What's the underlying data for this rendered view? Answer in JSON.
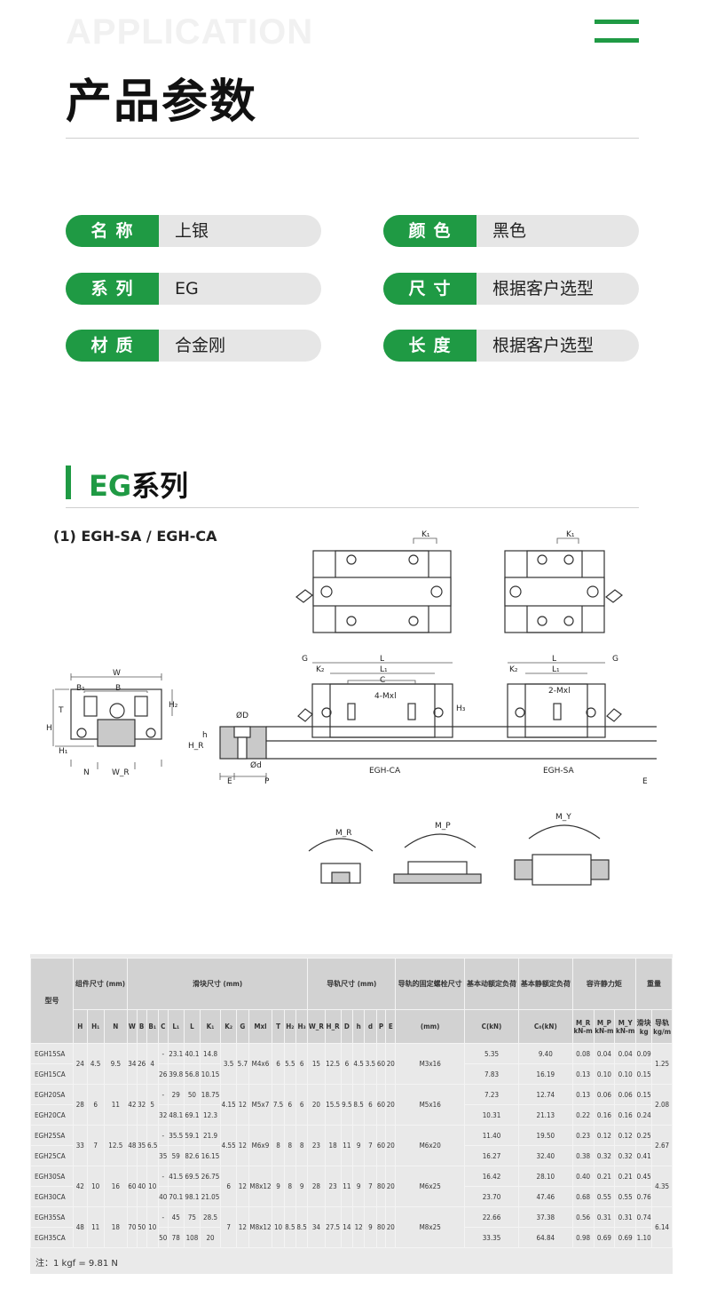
{
  "watermark": "APPLICATION",
  "title": "产品参数",
  "specs": [
    {
      "key": "名称",
      "value": "上银"
    },
    {
      "key": "颜色",
      "value": "黑色"
    },
    {
      "key": "系列",
      "value": "EG"
    },
    {
      "key": "尺寸",
      "value": "根据客户选型"
    },
    {
      "key": "材质",
      "value": "合金刚"
    },
    {
      "key": "长度",
      "value": "根据客户选型"
    }
  ],
  "section": {
    "accent": "EG",
    "rest": "系列"
  },
  "subtitle": "(1) EGH-SA / EGH-CA",
  "drawing": {
    "labels": {
      "k1": "K₁",
      "w": "W",
      "b": "B",
      "b1": "B₁",
      "t": "T",
      "h": "H",
      "h1": "H₁",
      "h2": "H₂",
      "n": "N",
      "wr": "W_R",
      "od": "ØD",
      "hr": "H_R",
      "hh": "h",
      "oid": "Ød",
      "e": "E",
      "p": "P",
      "g": "G",
      "k2": "K₂",
      "l": "L",
      "l1": "L₁",
      "c": "C",
      "mxl4": "4-Mxl",
      "mxl2": "2-Mxl",
      "h3": "H₃",
      "egh_ca": "EGH-CA",
      "egh_sa": "EGH-SA",
      "mr": "M_R",
      "mp": "M_P",
      "my": "M_Y"
    }
  },
  "table": {
    "head": {
      "model": "型号",
      "assembly": "组件尺寸 (mm)",
      "block": "滑块尺寸 (mm)",
      "rail": "导轨尺寸 (mm)",
      "bolt": "导轨的固定螺栓尺寸",
      "dyn": "基本动额定负荷",
      "stat": "基本静额定负荷",
      "moment": "容许静力矩",
      "weight": "重量",
      "cols_assembly": [
        "H",
        "H₁",
        "N"
      ],
      "cols_block": [
        "W",
        "B",
        "B₁",
        "C",
        "L₁",
        "L",
        "K₁",
        "K₂",
        "G",
        "Mxl",
        "T",
        "H₂",
        "H₃"
      ],
      "cols_rail": [
        "W_R",
        "H_R",
        "D",
        "h",
        "d",
        "P",
        "E"
      ],
      "unit_bolt": "(mm)",
      "unit_dyn": "C(kN)",
      "unit_stat": "C₀(kN)",
      "moment_cols": [
        "M_R",
        "M_P",
        "M_Y"
      ],
      "moment_unit": "kN-m",
      "weight_cols": [
        "滑块",
        "导轨"
      ],
      "weight_units": [
        "kg",
        "kg/m"
      ]
    },
    "groups": [
      {
        "H": "24",
        "H1": "4.5",
        "N": "9.5",
        "W": "34",
        "B": "26",
        "B1": "4",
        "K2": "3.5",
        "G": "5.7",
        "Mxl": "M4x6",
        "T": "6",
        "H2": "5.5",
        "H3": "6",
        "WR": "15",
        "HR": "12.5",
        "D": "6",
        "h": "4.5",
        "d": "3.5",
        "P": "60",
        "E": "20",
        "bolt": "M3x16",
        "rail_kg": "1.25",
        "rows": [
          {
            "model": "EGH15SA",
            "C": "-",
            "L1": "23.1",
            "L": "40.1",
            "K1": "14.8",
            "dyn": "5.35",
            "stat": "9.40",
            "MR": "0.08",
            "MP": "0.04",
            "MY": "0.04",
            "kg": "0.09"
          },
          {
            "model": "EGH15CA",
            "C": "26",
            "L1": "39.8",
            "L": "56.8",
            "K1": "10.15",
            "dyn": "7.83",
            "stat": "16.19",
            "MR": "0.13",
            "MP": "0.10",
            "MY": "0.10",
            "kg": "0.15"
          }
        ]
      },
      {
        "H": "28",
        "H1": "6",
        "N": "11",
        "W": "42",
        "B": "32",
        "B1": "5",
        "K2": "4.15",
        "G": "12",
        "Mxl": "M5x7",
        "T": "7.5",
        "H2": "6",
        "H3": "6",
        "WR": "20",
        "HR": "15.5",
        "D": "9.5",
        "h": "8.5",
        "d": "6",
        "P": "60",
        "E": "20",
        "bolt": "M5x16",
        "rail_kg": "2.08",
        "rows": [
          {
            "model": "EGH20SA",
            "C": "-",
            "L1": "29",
            "L": "50",
            "K1": "18.75",
            "dyn": "7.23",
            "stat": "12.74",
            "MR": "0.13",
            "MP": "0.06",
            "MY": "0.06",
            "kg": "0.15"
          },
          {
            "model": "EGH20CA",
            "C": "32",
            "L1": "48.1",
            "L": "69.1",
            "K1": "12.3",
            "dyn": "10.31",
            "stat": "21.13",
            "MR": "0.22",
            "MP": "0.16",
            "MY": "0.16",
            "kg": "0.24"
          }
        ]
      },
      {
        "H": "33",
        "H1": "7",
        "N": "12.5",
        "W": "48",
        "B": "35",
        "B1": "6.5",
        "K2": "4.55",
        "G": "12",
        "Mxl": "M6x9",
        "T": "8",
        "H2": "8",
        "H3": "8",
        "WR": "23",
        "HR": "18",
        "D": "11",
        "h": "9",
        "d": "7",
        "P": "60",
        "E": "20",
        "bolt": "M6x20",
        "rail_kg": "2.67",
        "rows": [
          {
            "model": "EGH25SA",
            "C": "-",
            "L1": "35.5",
            "L": "59.1",
            "K1": "21.9",
            "dyn": "11.40",
            "stat": "19.50",
            "MR": "0.23",
            "MP": "0.12",
            "MY": "0.12",
            "kg": "0.25"
          },
          {
            "model": "EGH25CA",
            "C": "35",
            "L1": "59",
            "L": "82.6",
            "K1": "16.15",
            "dyn": "16.27",
            "stat": "32.40",
            "MR": "0.38",
            "MP": "0.32",
            "MY": "0.32",
            "kg": "0.41"
          }
        ]
      },
      {
        "H": "42",
        "H1": "10",
        "N": "16",
        "W": "60",
        "B": "40",
        "B1": "10",
        "K2": "6",
        "G": "12",
        "Mxl": "M8x12",
        "T": "9",
        "H2": "8",
        "H3": "9",
        "WR": "28",
        "HR": "23",
        "D": "11",
        "h": "9",
        "d": "7",
        "P": "80",
        "E": "20",
        "bolt": "M6x25",
        "rail_kg": "4.35",
        "rows": [
          {
            "model": "EGH30SA",
            "C": "-",
            "L1": "41.5",
            "L": "69.5",
            "K1": "26.75",
            "dyn": "16.42",
            "stat": "28.10",
            "MR": "0.40",
            "MP": "0.21",
            "MY": "0.21",
            "kg": "0.45"
          },
          {
            "model": "EGH30CA",
            "C": "40",
            "L1": "70.1",
            "L": "98.1",
            "K1": "21.05",
            "dyn": "23.70",
            "stat": "47.46",
            "MR": "0.68",
            "MP": "0.55",
            "MY": "0.55",
            "kg": "0.76"
          }
        ]
      },
      {
        "H": "48",
        "H1": "11",
        "N": "18",
        "W": "70",
        "B": "50",
        "B1": "10",
        "K2": "7",
        "G": "12",
        "Mxl": "M8x12",
        "T": "10",
        "H2": "8.5",
        "H3": "8.5",
        "WR": "34",
        "HR": "27.5",
        "D": "14",
        "h": "12",
        "d": "9",
        "P": "80",
        "E": "20",
        "bolt": "M8x25",
        "rail_kg": "6.14",
        "rows": [
          {
            "model": "EGH35SA",
            "C": "-",
            "L1": "45",
            "L": "75",
            "K1": "28.5",
            "dyn": "22.66",
            "stat": "37.38",
            "MR": "0.56",
            "MP": "0.31",
            "MY": "0.31",
            "kg": "0.74"
          },
          {
            "model": "EGH35CA",
            "C": "50",
            "L1": "78",
            "L": "108",
            "K1": "20",
            "dyn": "33.35",
            "stat": "64.84",
            "MR": "0.98",
            "MP": "0.69",
            "MY": "0.69",
            "kg": "1.10"
          }
        ]
      }
    ],
    "note": "注：1 kgf = 9.81 N"
  },
  "colors": {
    "accent": "#1f9a44",
    "pill": "#e6e6e6",
    "table_head": "#d2d2d2",
    "table_body": "#e9e9e9"
  }
}
